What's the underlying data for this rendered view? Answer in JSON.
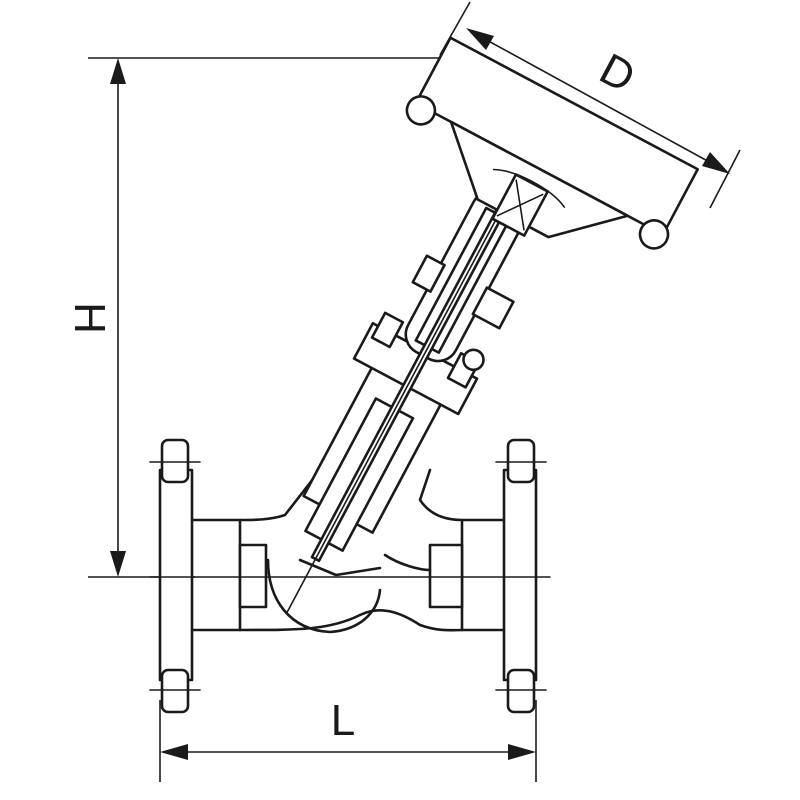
{
  "diagram": {
    "dimensions": {
      "diameter_label": "D",
      "height_label": "H",
      "length_label": "L"
    },
    "colors": {
      "line": "#1a1a1a",
      "background": "#ffffff"
    }
  }
}
